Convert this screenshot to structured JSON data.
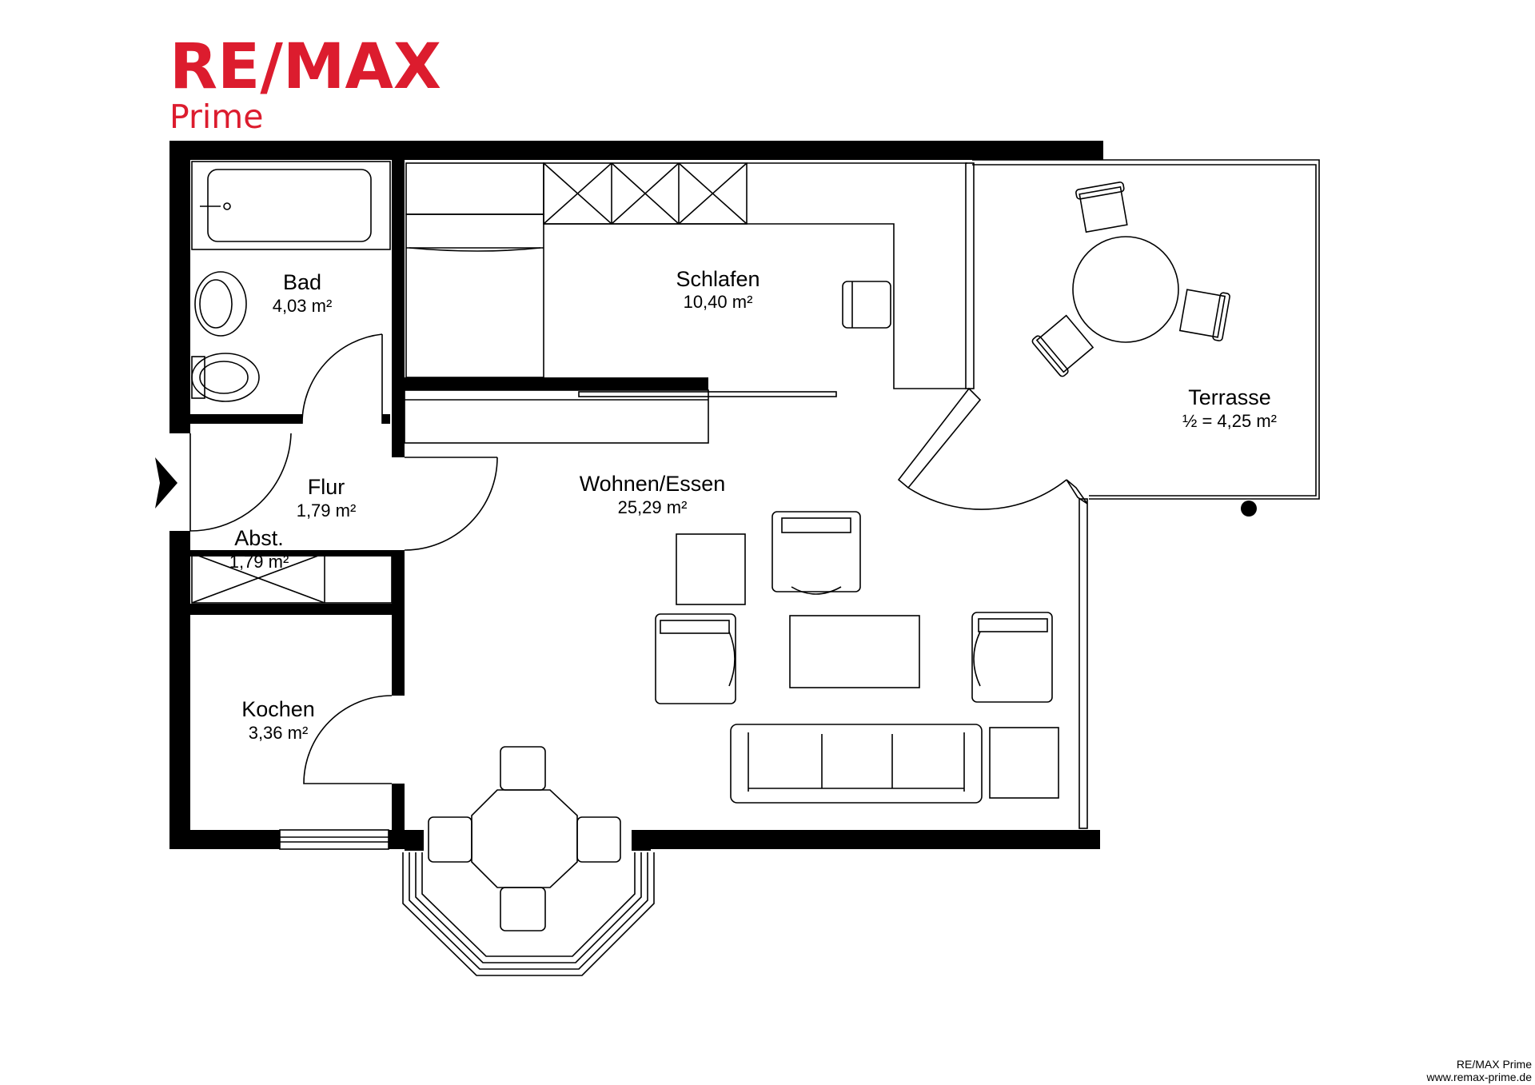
{
  "brand": {
    "logo_text": "RE/MAX",
    "logo_sub": "Prime",
    "red": "#dc1c2e",
    "blue": "#003da5",
    "footer_name": "RE/MAX Prime",
    "footer_url": "www.remax-prime.de"
  },
  "rooms": {
    "bad": {
      "name": "Bad",
      "area": "4,03 m²"
    },
    "schlafen": {
      "name": "Schlafen",
      "area": "10,40 m²"
    },
    "terrasse": {
      "name": "Terrasse",
      "area": "½ = 4,25 m²"
    },
    "flur": {
      "name": "Flur",
      "area": "1,79 m²"
    },
    "abst": {
      "name": "Abst.",
      "area": "1,79 m²"
    },
    "wohnen": {
      "name": "Wohnen/Essen",
      "area": "25,29 m²"
    },
    "kochen": {
      "name": "Kochen",
      "area": "3,36 m²"
    }
  },
  "colors": {
    "wall": "#000000",
    "background": "#ffffff"
  }
}
